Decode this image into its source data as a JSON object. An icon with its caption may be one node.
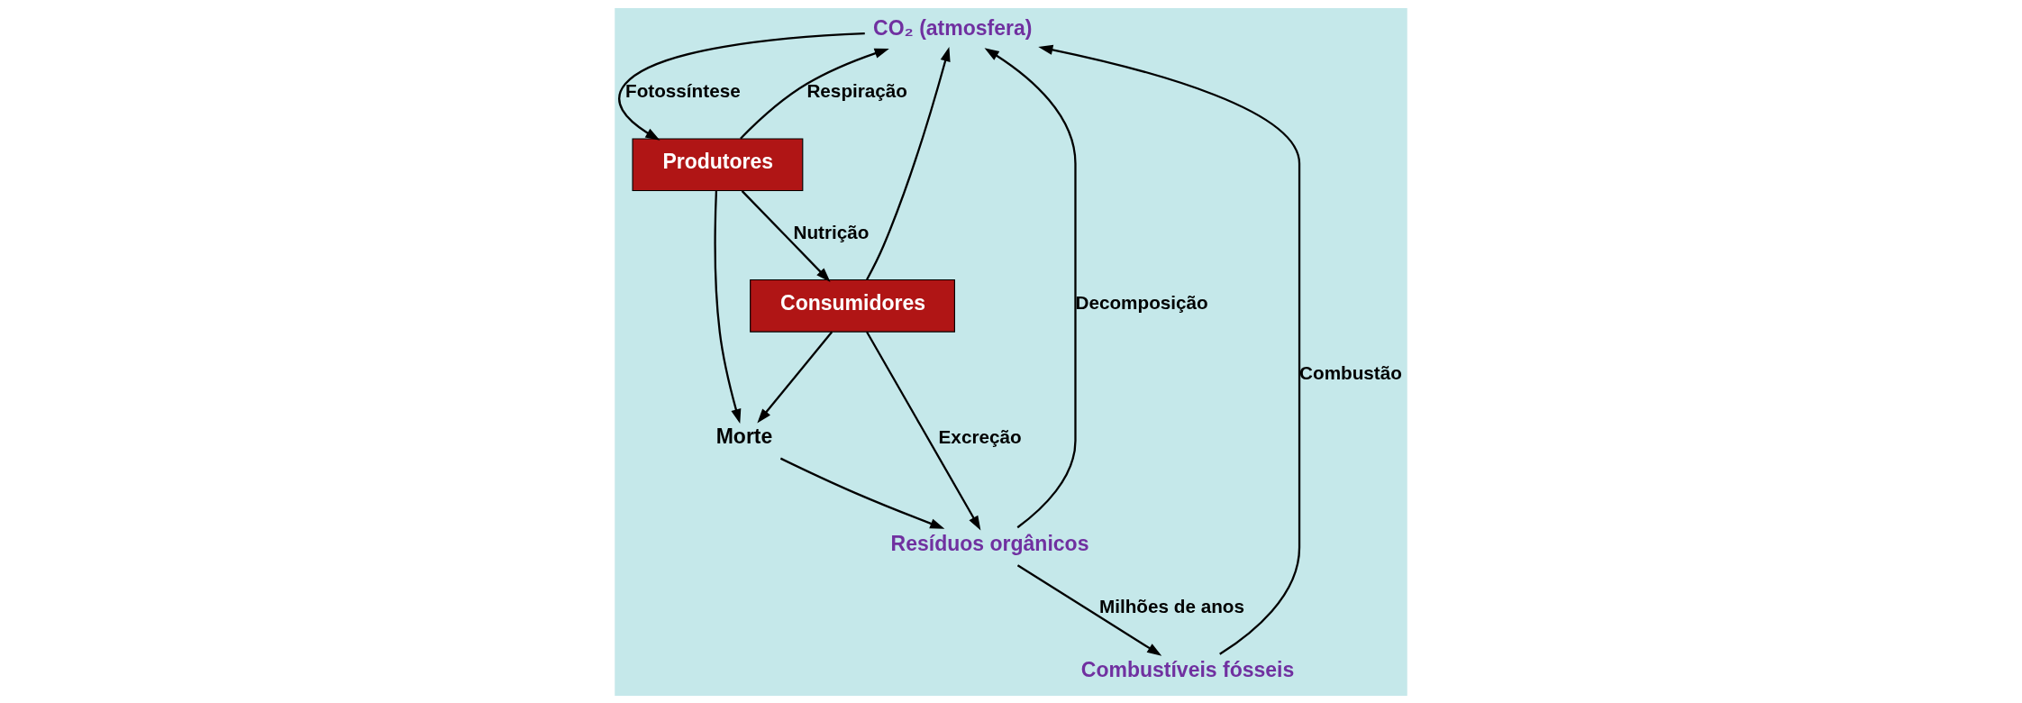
{
  "diagram": {
    "nodes": [
      {
        "text": [
          "CO₂ (atmosfera)"
        ]
      },
      {
        "text": [
          "Produtores"
        ]
      },
      {
        "text": [
          "Consumidores"
        ]
      },
      {
        "text": [
          "Morte"
        ]
      },
      {
        "text": [
          "Resíduos orgânicos"
        ]
      },
      {
        "text": [
          "Combustíveis fósseis"
        ]
      }
    ],
    "edges": [
      {
        "from": 0,
        "to": 1,
        "arrow": "to",
        "label": "Fotossíntese"
      },
      {
        "from": 1,
        "to": 0,
        "arrow": "to",
        "label": "Respiração"
      },
      {
        "from": 2,
        "to": 0,
        "arrow": "to"
      },
      {
        "from": 1,
        "to": 2,
        "arrow": "to",
        "label": "Nutrição"
      },
      {
        "from": 1,
        "to": 3,
        "arrow": "to"
      },
      {
        "from": 2,
        "to": 3,
        "arrow": "to"
      },
      {
        "from": 3,
        "to": 4,
        "arrow": "to"
      },
      {
        "from": 2,
        "to": 4,
        "arrow": "to",
        "label": "Excreção"
      },
      {
        "from": 4,
        "to": 0,
        "arrow": "to",
        "label": "Decomposição"
      },
      {
        "from": 4,
        "to": 5,
        "arrow": "to",
        "label": "Milhões de anos"
      },
      {
        "from": 5,
        "to": 0,
        "arrow": "to",
        "label": "Combustão"
      }
    ]
  }
}
